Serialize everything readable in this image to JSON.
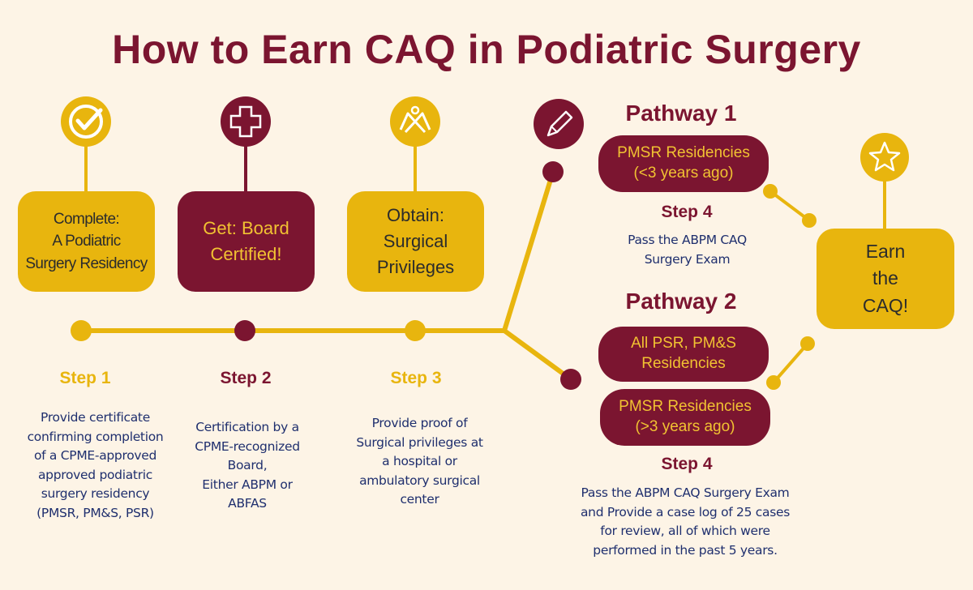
{
  "title": "How to Earn CAQ in Podiatric Surgery",
  "colors": {
    "gold": "#e8b50e",
    "maroon": "#7b1530",
    "background": "#fdf4e6",
    "text_navy": "#1f2f6e"
  },
  "steps": [
    {
      "icon": "checkmark-icon",
      "box_text": "Complete:\nA Podiatric\nSurgery Residency",
      "title": "Step 1",
      "description": "Provide certificate\nconfirming completion\nof a CPME-approved\napproved podiatric\nsurgery residency\n(PMSR, PM&S, PSR)"
    },
    {
      "icon": "medical-cross-icon",
      "box_text": "Get: Board\nCertified!",
      "title": "Step 2",
      "description": "Certification by a\nCPME-recognized\nBoard,\nEither ABPM or\nABFAS"
    },
    {
      "icon": "handshake-icon",
      "box_text": "Obtain:\nSurgical\nPrivileges",
      "title": "Step 3",
      "description": "Provide proof of\nSurgical privileges at\na hospital or\nambulatory surgical\ncenter"
    }
  ],
  "pencil_icon": "pencil-icon",
  "pathway1": {
    "title": "Pathway 1",
    "pill": "PMSR Residencies\n(<3 years ago)",
    "step_title": "Step 4",
    "description": "Pass the ABPM CAQ\nSurgery Exam"
  },
  "pathway2": {
    "title": "Pathway 2",
    "pill1": "All PSR, PM&S\nResidencies",
    "pill2": "PMSR Residencies\n(>3 years ago)",
    "step_title": "Step 4",
    "description": "Pass the ABPM CAQ Surgery Exam\nand Provide a case log of 25 cases\nfor review, all of which were\nperformed in the past 5 years."
  },
  "final": {
    "icon": "star-icon",
    "box_text": "Earn\nthe\nCAQ!"
  }
}
